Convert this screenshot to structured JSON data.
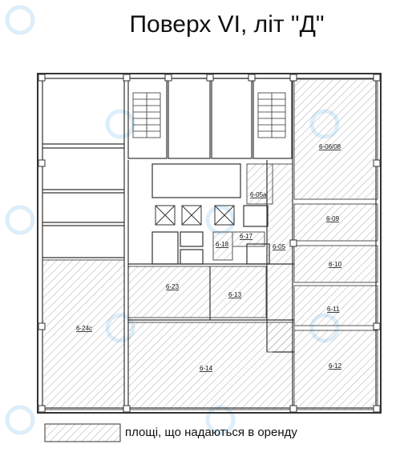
{
  "title": "Поверх VI, літ \"Д\"",
  "legend": {
    "text": "площі, що надаються в оренду"
  },
  "rooms": [
    {
      "id": "6-06/08"
    },
    {
      "id": "6-09"
    },
    {
      "id": "6-10"
    },
    {
      "id": "6-11"
    },
    {
      "id": "6-12"
    },
    {
      "id": "6-14"
    },
    {
      "id": "6-24c"
    },
    {
      "id": "6-23"
    },
    {
      "id": "6-13"
    },
    {
      "id": "6-05"
    },
    {
      "id": "6-05a"
    },
    {
      "id": "6-17"
    },
    {
      "id": "6-18"
    }
  ],
  "colors": {
    "wall": "#333333",
    "hatch": "#777777",
    "watermark": "#dceefa"
  }
}
